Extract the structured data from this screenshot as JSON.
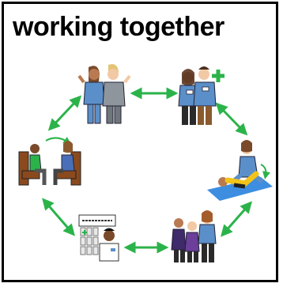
{
  "title": "working together",
  "steps": [
    {
      "id": "meet-colleagues",
      "icon": "two-staff-greeting-icon"
    },
    {
      "id": "medical-team",
      "icon": "medical-team-icon"
    },
    {
      "id": "physiotherapy",
      "icon": "physiotherapy-icon"
    },
    {
      "id": "care-team",
      "icon": "care-team-icon"
    },
    {
      "id": "pharmacist",
      "icon": "pharmacist-icon"
    },
    {
      "id": "talking",
      "icon": "conversation-icon"
    }
  ],
  "colors": {
    "arrow": "#2bb34a",
    "scrubs": "#5b8fc9",
    "plus": "#2bb34a",
    "mat": "#3d8ee0",
    "border": "#000000"
  }
}
